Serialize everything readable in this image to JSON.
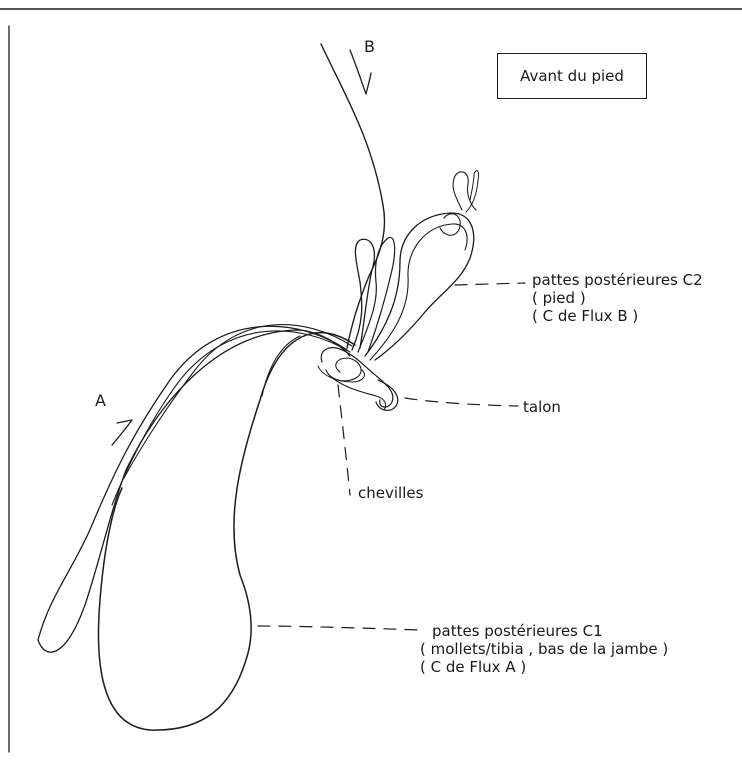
{
  "labels": {
    "stream_a": "A",
    "stream_b": "B",
    "box_title": "Avant du pied",
    "c2_line1": "pattes postérieures C2",
    "c2_line2": "( pied )",
    "c2_line3": "( C de Flux B )",
    "talon": "talon",
    "chevilles": "chevilles",
    "c1_line1": "pattes postérieures C1",
    "c1_line2": "( mollets/tibia , bas de la jambe )",
    "c1_line3": "( C de Flux A )"
  },
  "colors": {
    "ink": "#1c1c1c",
    "background": "#ffffff"
  }
}
